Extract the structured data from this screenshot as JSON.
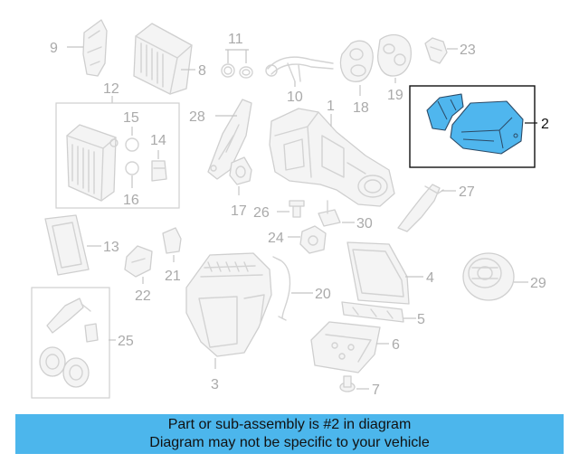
{
  "callouts": {
    "c1": "1",
    "c2": "2",
    "c3": "3",
    "c4": "4",
    "c5": "5",
    "c6": "6",
    "c7": "7",
    "c8": "8",
    "c9": "9",
    "c10": "10",
    "c11": "11",
    "c12": "12",
    "c13": "13",
    "c14": "14",
    "c15": "15",
    "c16": "16",
    "c17": "17",
    "c18": "18",
    "c19": "19",
    "c20": "20",
    "c21": "21",
    "c22": "22",
    "c23": "23",
    "c24": "24",
    "c25": "25",
    "c26": "26",
    "c27": "27",
    "c28": "28",
    "c29": "29",
    "c30": "30"
  },
  "highlighted_part": "2",
  "banner": {
    "line1": "Part or sub-assembly is #2 in diagram",
    "line2": "Diagram may not be specific to your vehicle"
  },
  "colors": {
    "highlight": "#4fb6ee",
    "banner": "#4cb6ec"
  }
}
